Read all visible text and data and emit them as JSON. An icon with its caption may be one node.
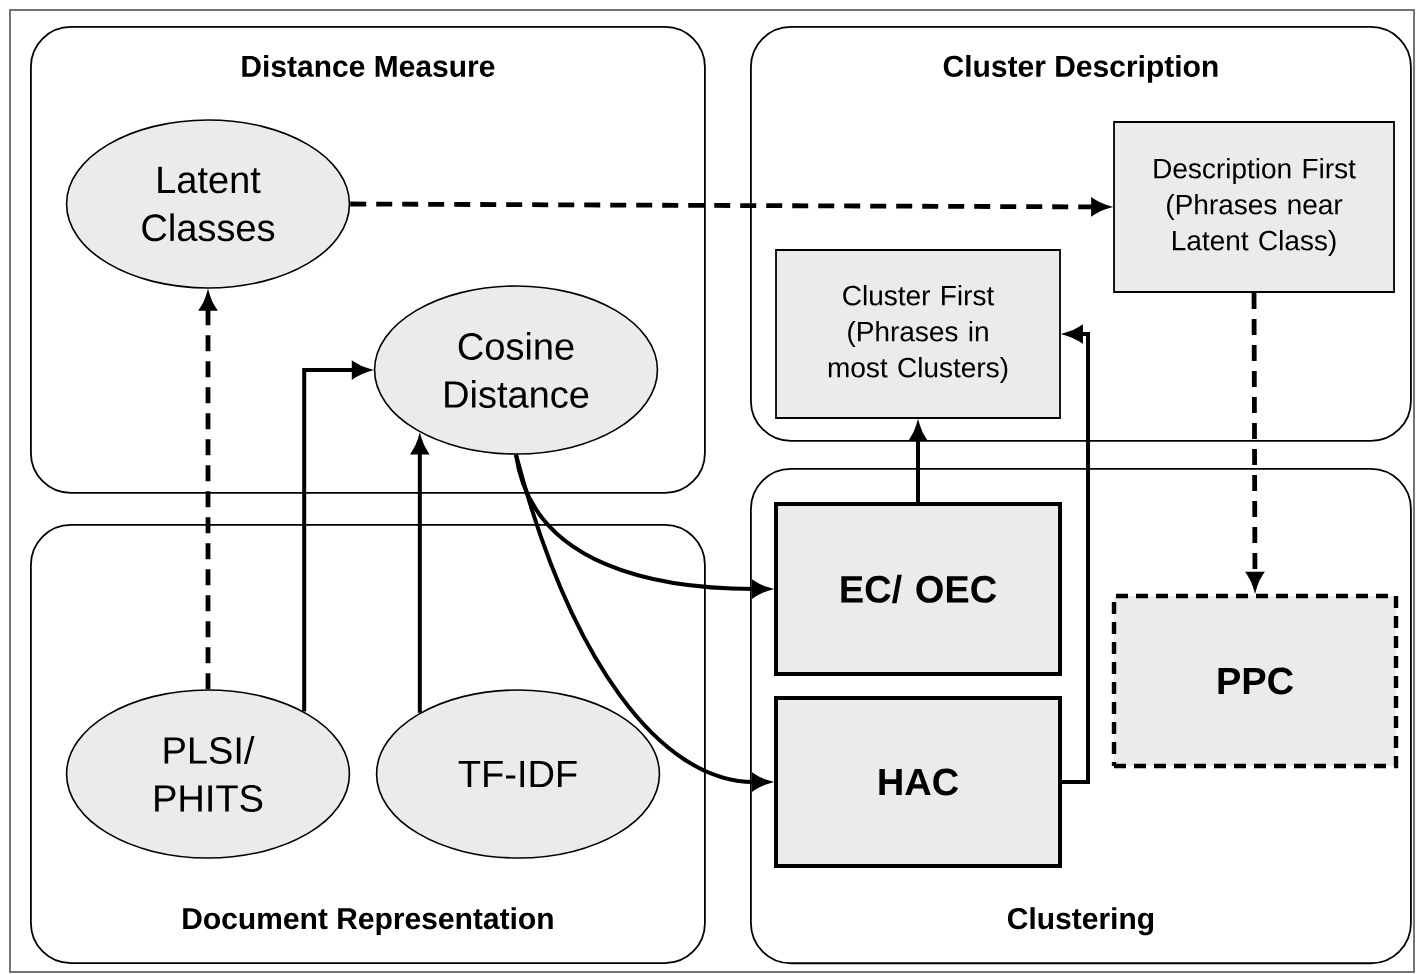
{
  "diagram": {
    "nodes": [
      {
        "text": [
          "Distance Measure"
        ]
      },
      {
        "text": [
          "Latent Classes"
        ],
        "in": 0
      },
      {
        "text": [
          "Cosine Distance"
        ],
        "in": 0
      },
      {
        "text": [
          "Cluster Description"
        ]
      },
      {
        "text": [
          "Description First (Phrases near Latent Class)"
        ],
        "in": 3
      },
      {
        "text": [
          "Cluster First (Phrases in most Clusters)"
        ],
        "in": 3
      },
      {
        "text": [
          "Document Representation"
        ]
      },
      {
        "text": [
          "PLSI/ PHITS"
        ],
        "in": 6
      },
      {
        "text": [
          "TF-IDF"
        ],
        "in": 6
      },
      {
        "text": [
          "Clustering"
        ]
      },
      {
        "text": [
          "EC/ OEC"
        ],
        "in": 9
      },
      {
        "text": [
          "HAC"
        ],
        "in": 9
      },
      {
        "text": [
          "PPC"
        ],
        "in": 9
      }
    ],
    "edges": [
      {
        "from": 1,
        "to": 4,
        "arrow": "to",
        "style": "dashed"
      },
      {
        "from": 7,
        "to": 1,
        "arrow": "to",
        "style": "dashed"
      },
      {
        "from": 7,
        "to": 2,
        "arrow": "to"
      },
      {
        "from": 8,
        "to": 2,
        "arrow": "to"
      },
      {
        "from": 2,
        "to": 10,
        "arrow": "to"
      },
      {
        "from": 2,
        "to": 11,
        "arrow": "to"
      },
      {
        "from": 10,
        "to": 5,
        "arrow": "to"
      },
      {
        "from": 11,
        "to": 5,
        "arrow": "to"
      },
      {
        "from": 4,
        "to": 12,
        "arrow": "to",
        "style": "dashed"
      }
    ]
  }
}
